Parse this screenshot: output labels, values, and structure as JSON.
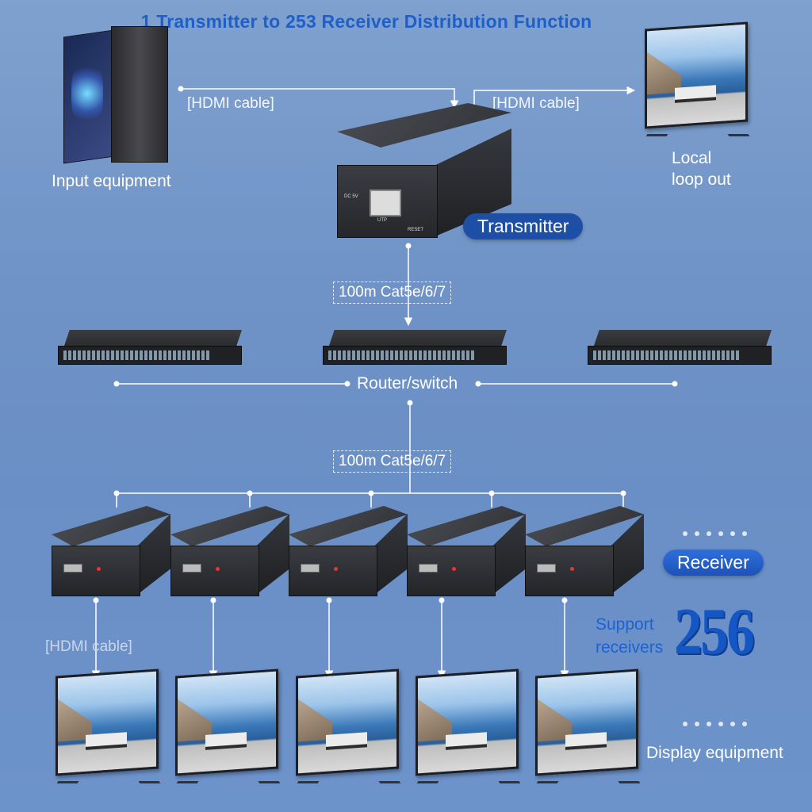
{
  "title": "1 Transmitter to 253 Receiver Distribution Function",
  "labels": {
    "input_equipment": "Input equipment",
    "local_loop_line1": "Local",
    "local_loop_line2": "loop out",
    "transmitter": "Transmitter",
    "router_switch": "Router/switch",
    "receiver": "Receiver",
    "support_line1": "Support",
    "support_line2": "receivers",
    "support_count": "256",
    "display_equipment": "Display equipment"
  },
  "cables": {
    "hdmi_left": "[HDMI cable]",
    "hdmi_right": "[HDMI cable]",
    "cat_upper": "100m  Cat5e/6/7",
    "cat_lower": "100m  Cat5e/6/7",
    "hdmi_receiver": "[HDMI cable]"
  },
  "device_markings": {
    "tx_dc": "DC 5V",
    "tx_utp": "UTP",
    "tx_reset": "RESET"
  },
  "colors": {
    "background": "#6f93c6",
    "title": "#1f5fc8",
    "pill": "#1e4fa6",
    "support_number": "#1456c4"
  }
}
